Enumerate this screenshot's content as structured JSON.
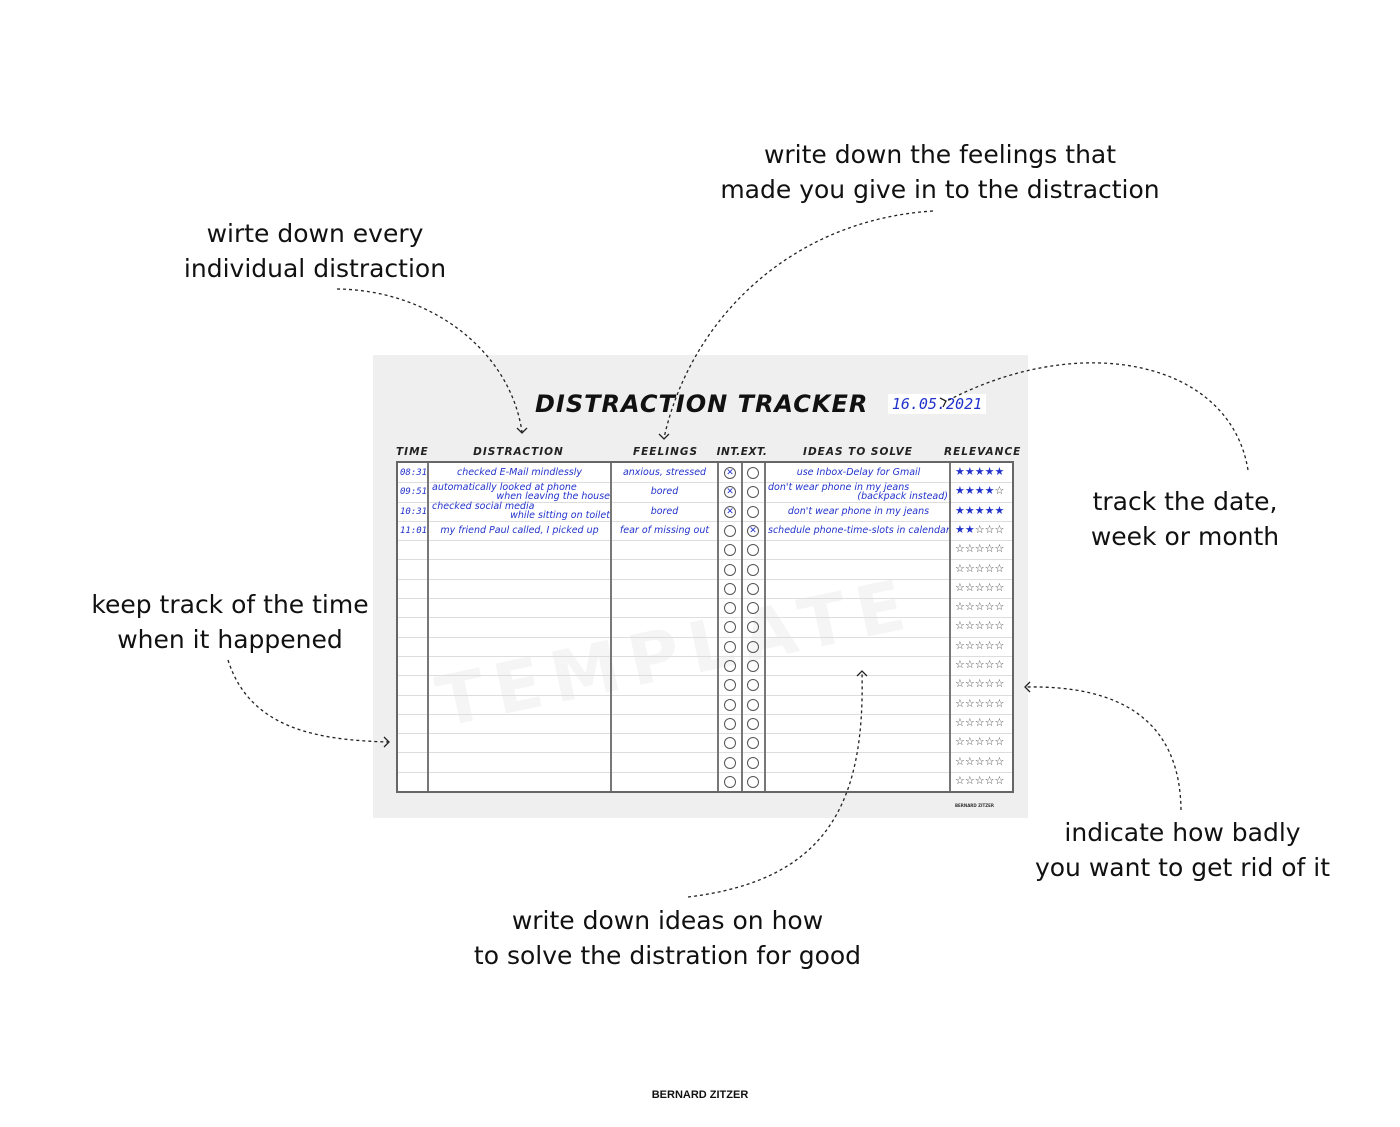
{
  "annotations": {
    "distraction": [
      "wirte down every",
      "individual distraction"
    ],
    "feelings": [
      "write down the feelings that",
      "made you give in to the distraction"
    ],
    "date": [
      "track the date,",
      "week or month"
    ],
    "time": [
      "keep track of the time",
      "when it happened"
    ],
    "relevance": [
      "indicate how badly",
      "you want to get rid of it"
    ],
    "ideas": [
      "write down ideas on how",
      "to solve the distration for good"
    ]
  },
  "tracker": {
    "title": "DISTRACTION TRACKER",
    "date": "16.05.2021",
    "watermark": "TEMPLATE",
    "headers": {
      "time": "TIME",
      "distraction": "DISTRACTION",
      "feelings": "FEELINGS",
      "intext": "INT.EXT.",
      "ideas": "IDEAS TO SOLVE",
      "relevance": "RELEVANCE"
    },
    "rows": [
      {
        "time": "08:31",
        "distraction": "checked E-Mail mindlessly",
        "distraction2": "",
        "feelings": "anxious, stressed",
        "internal": true,
        "external": false,
        "idea": "use Inbox-Delay for Gmail",
        "idea2": "",
        "relevance": 5
      },
      {
        "time": "09:51",
        "distraction": "automatically looked at phone",
        "distraction2": "when leaving the house",
        "feelings": "bored",
        "internal": true,
        "external": false,
        "idea": "don't wear phone in my jeans",
        "idea2": "(backpack instead)",
        "relevance": 4
      },
      {
        "time": "10:31",
        "distraction": "checked social media",
        "distraction2": "while sitting on toilet",
        "feelings": "bored",
        "internal": true,
        "external": false,
        "idea": "don't wear phone in my jeans",
        "idea2": "",
        "relevance": 5
      },
      {
        "time": "11:01",
        "distraction": "my friend Paul called, I picked up",
        "distraction2": "",
        "feelings": "fear of missing out",
        "internal": false,
        "external": true,
        "idea": "schedule phone-time-slots in calendar",
        "idea2": "",
        "relevance": 2
      }
    ],
    "total_rows": 17,
    "max_relevance": 5,
    "accent_color": "#2233cc",
    "sheet_credit": "BERNARD ZITZER"
  },
  "footer": "BERNARD ZITZER"
}
